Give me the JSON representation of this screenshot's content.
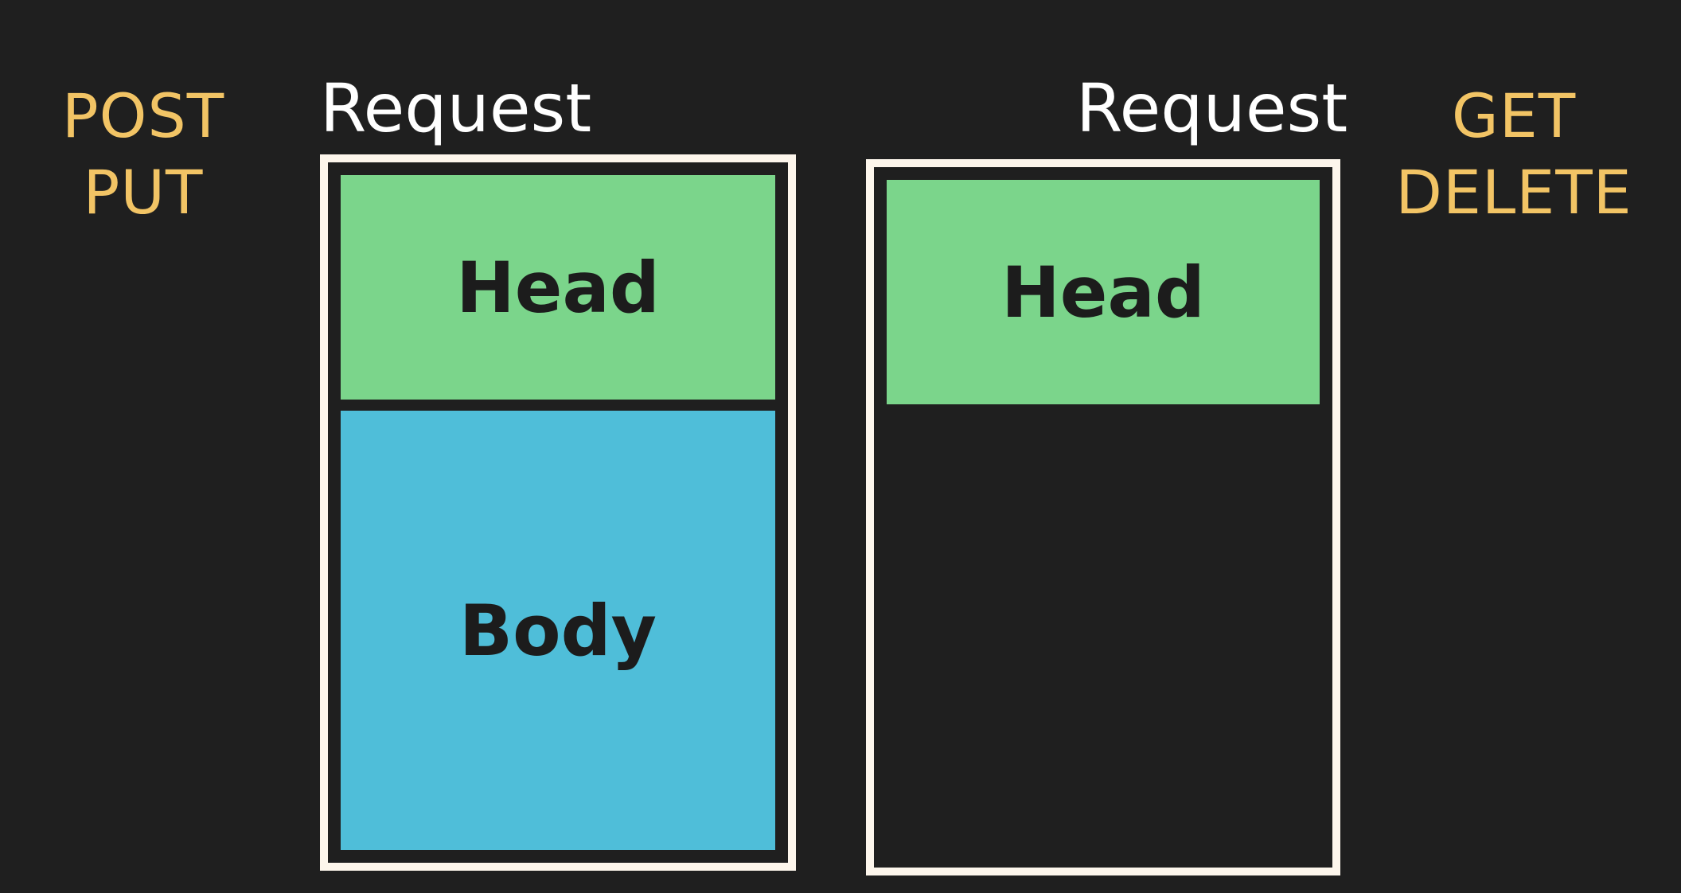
{
  "left": {
    "methods": [
      "POST",
      "PUT"
    ],
    "title": "Request",
    "head_label": "Head",
    "body_label": "Body"
  },
  "right": {
    "methods": [
      "GET",
      "DELETE"
    ],
    "title": "Request",
    "head_label": "Head"
  },
  "colors": {
    "background": "#1f1f1f",
    "method_text": "#f2c465",
    "box_border": "#fdf6ec",
    "head_fill": "#7bd58b",
    "body_fill": "#4fbed9"
  }
}
